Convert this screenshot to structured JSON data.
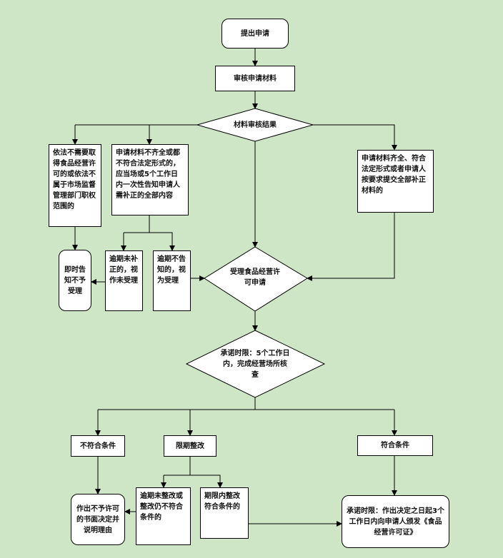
{
  "flow": {
    "submit": "提出申请",
    "review_materials": "审核申请材料",
    "material_check": "材料审核结果",
    "not_required": "依法不需要取得食品经营许可的或依法不属于市场监督管理部门职权范围的",
    "incomplete": "申请材料不齐全或都不符合法定形式的，应当场或5个工作日内一次性告知申请人需补正的全部内容",
    "complete": "申请材料齐全、符合法定形式或者申请人按要求提交全部补正材料的",
    "notify_reject": "即时告知不予受理",
    "overdue_not_corrected": "逾期未补正的，视作未受理",
    "overdue_not_notified": "逾期不告知的，视为受理",
    "accept": "受理食品经营许可申请",
    "promise_review": "承诺时限：5个工作日内，完成经营场所核查",
    "not_qualified": "不符合条件",
    "rectify_deadline": "限期整改",
    "qualified": "符合条件",
    "written_refusal": "作出不予许可的书面决定并说明理由",
    "rectify_failed": "逾期未整改或整改仍不符合条件的",
    "rectify_passed": "期限内整改符合条件的",
    "issue_license": "承诺时限：作出决定之日起3个工作日内向申请人颁发《食品经营许可证》"
  }
}
